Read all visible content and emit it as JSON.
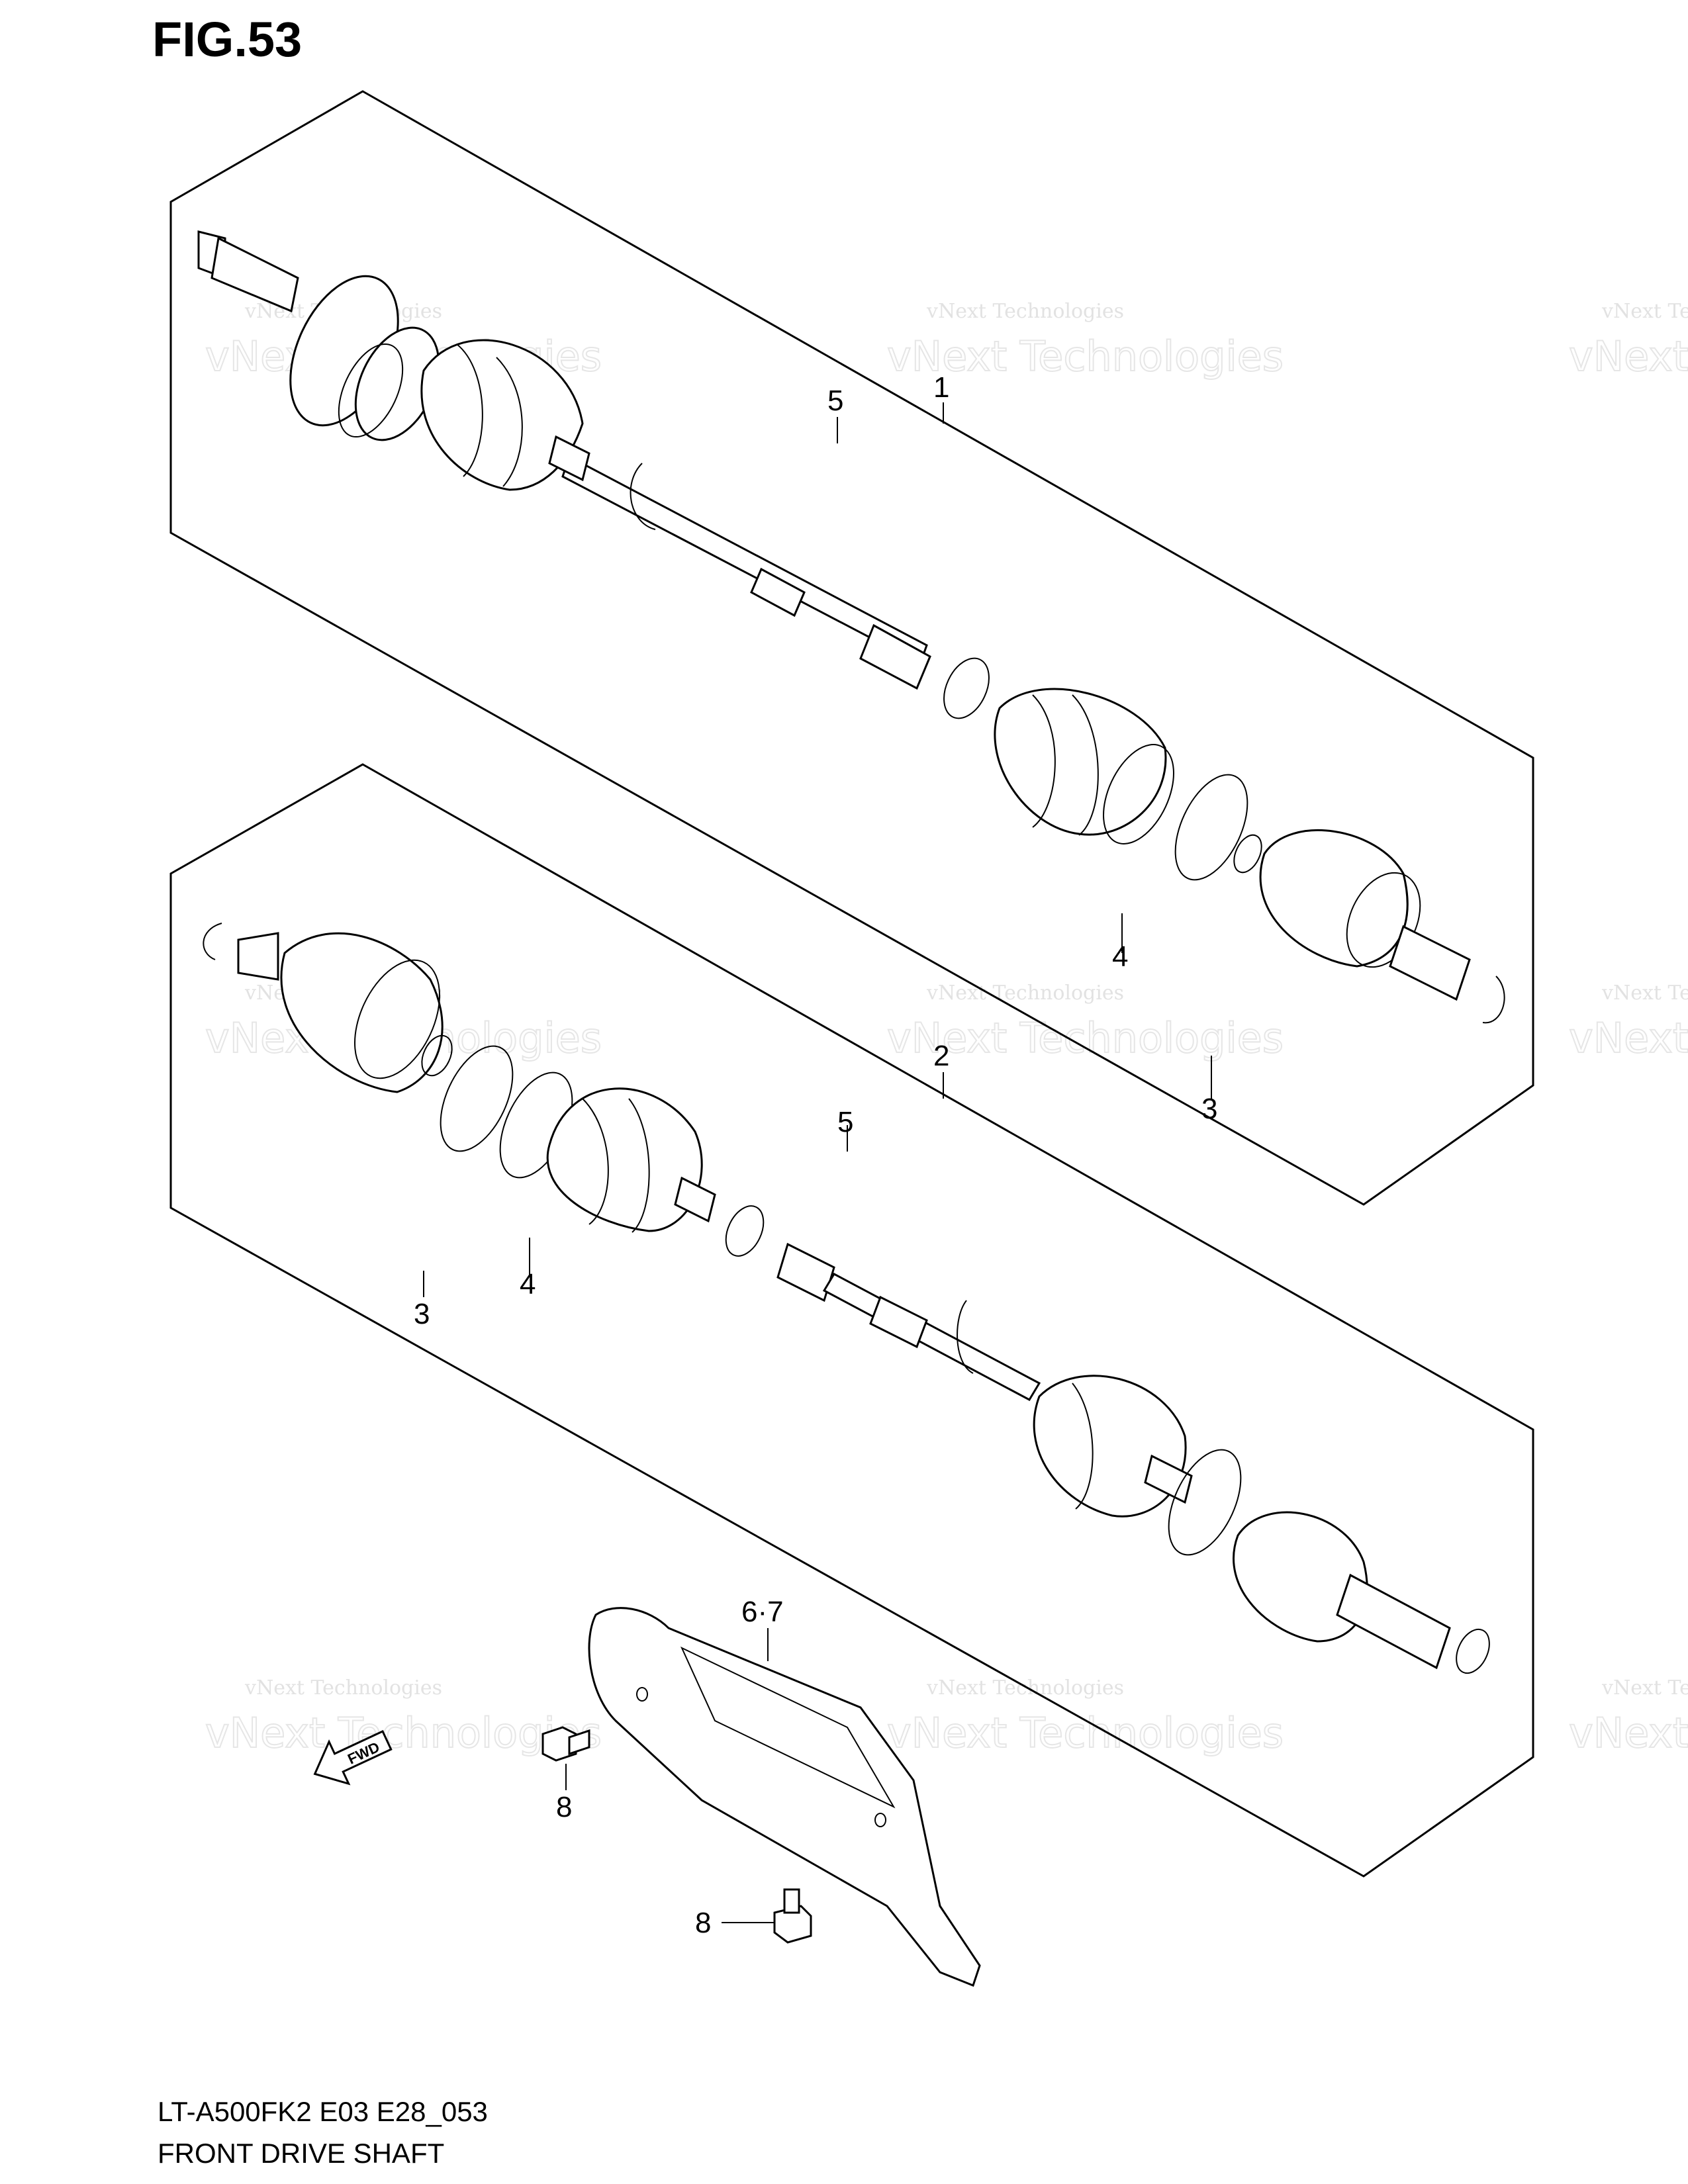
{
  "figure": {
    "title": "FIG.53"
  },
  "callouts": {
    "upper_assembly": "1",
    "upper_shaft": "5",
    "upper_boot_kit": "4",
    "upper_joint_kit": "3",
    "lower_assembly": "2",
    "lower_shaft": "5",
    "lower_boot_kit": "4",
    "lower_joint_kit": "3",
    "guard": "6·7",
    "bolt_left": "8",
    "bolt_bottom": "8"
  },
  "watermark": {
    "line1": "vNext Technologies",
    "line2": "vNext Technologies"
  },
  "fwd_arrow_label": "FWD",
  "footer": {
    "model_code": "LT-A500FK2 E03 E28_053",
    "section_name": "FRONT DRIVE SHAFT"
  },
  "colors": {
    "line": "#000000",
    "background": "#ffffff",
    "watermark": "#e2e2e2"
  }
}
